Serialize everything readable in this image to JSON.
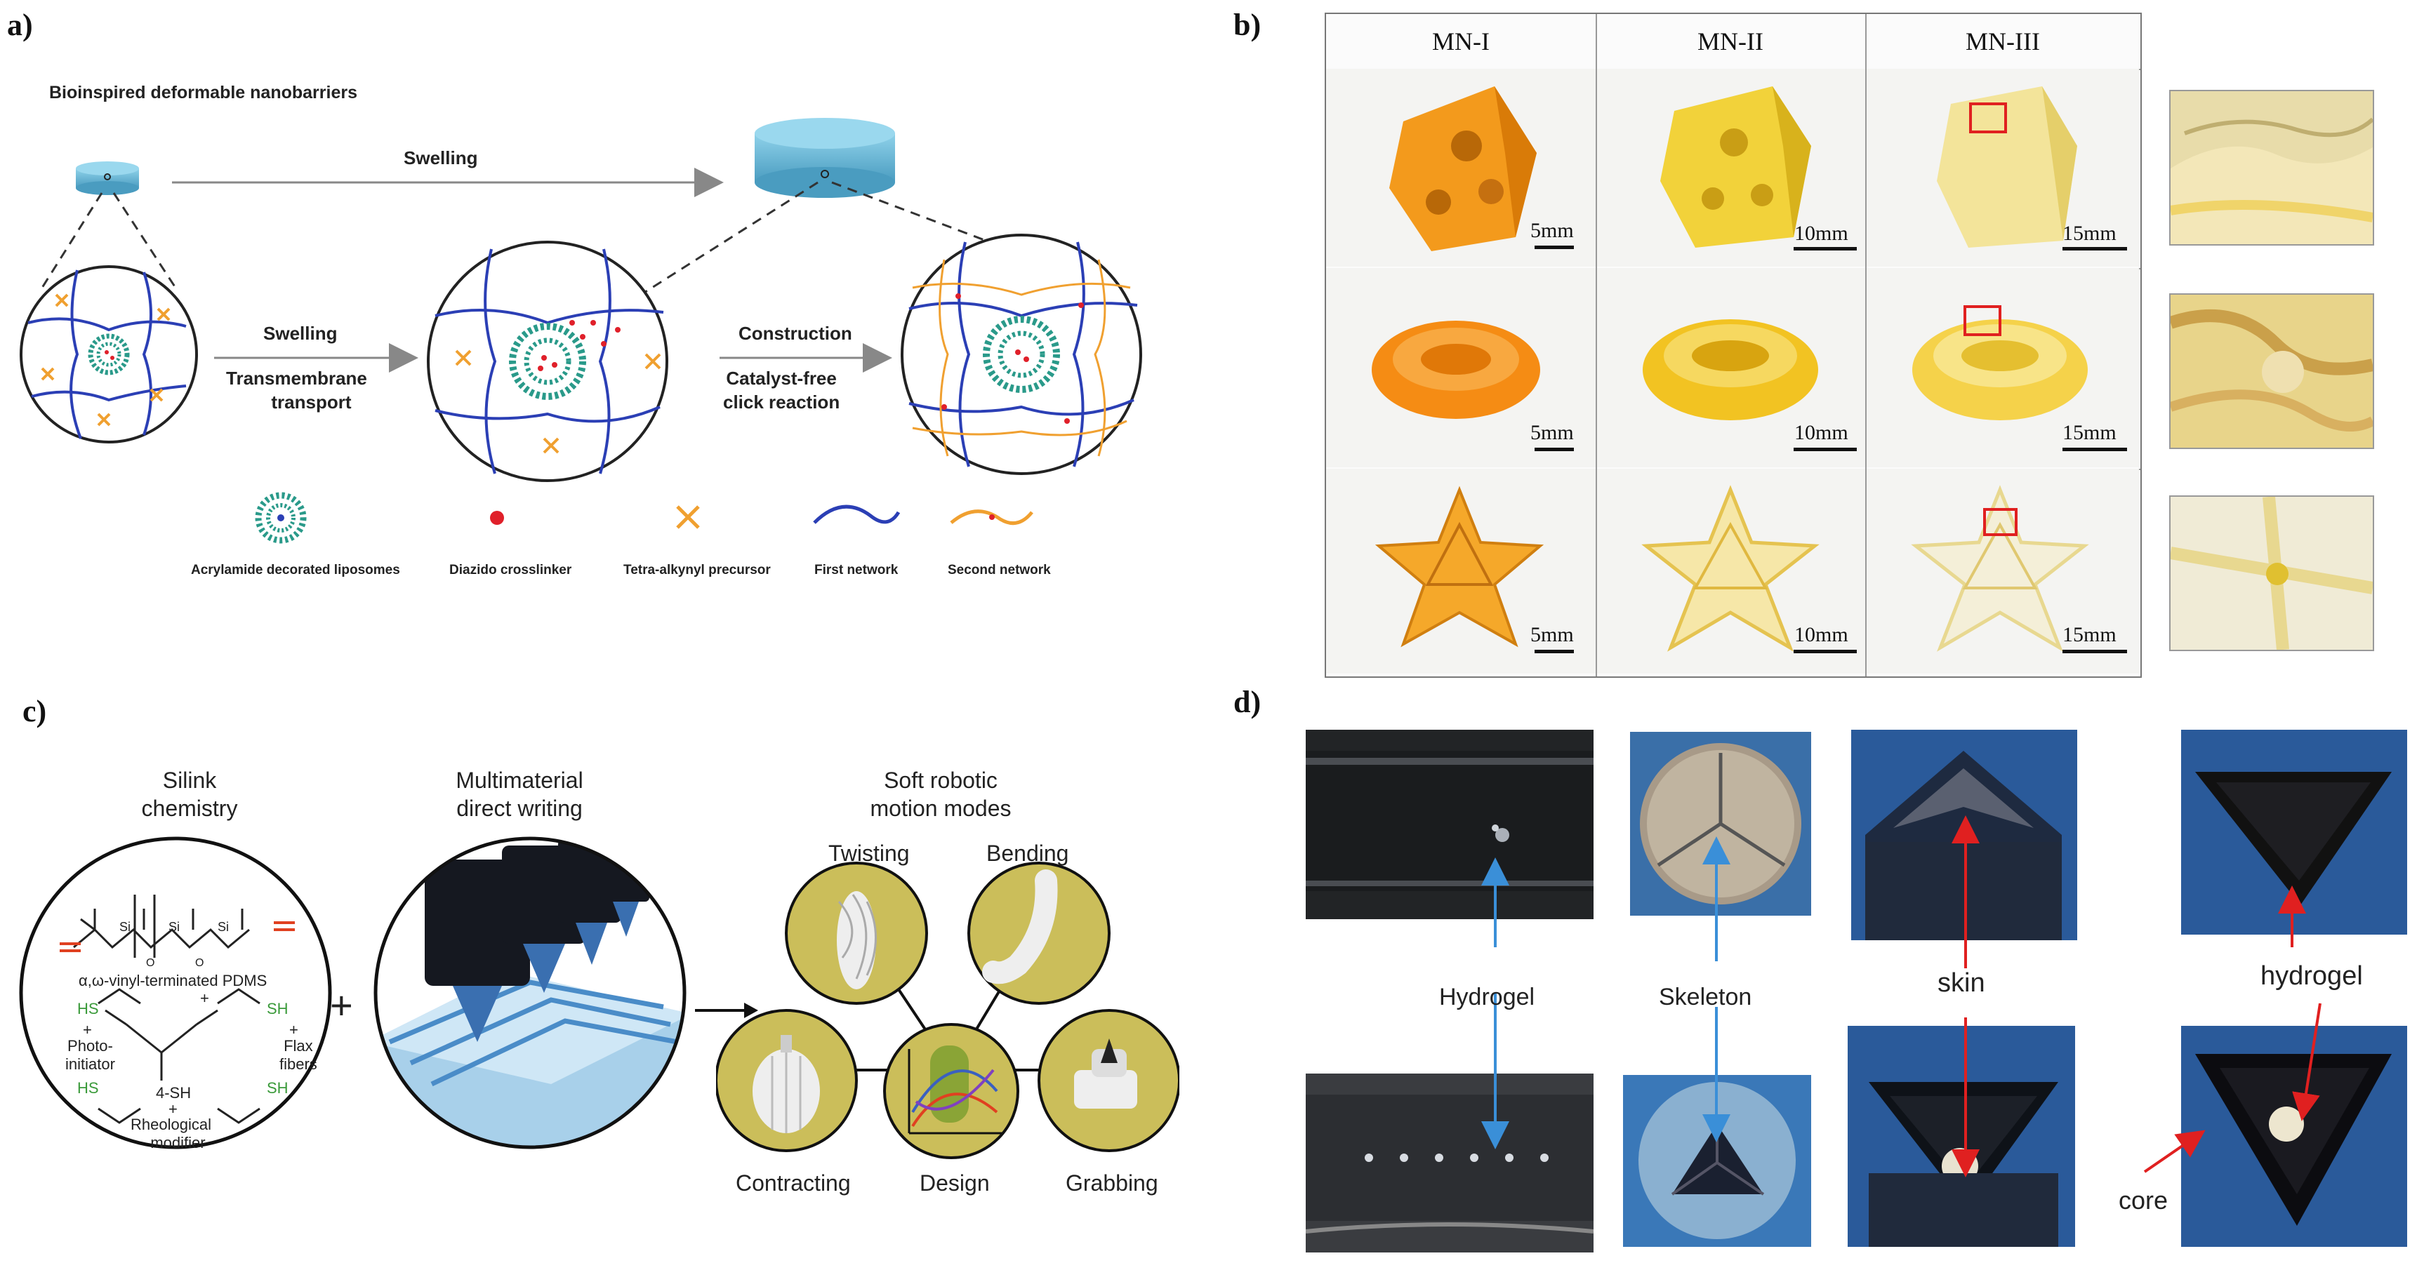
{
  "panels": {
    "a": {
      "letter": "a)",
      "title": "Bioinspired deformable nanobarriers",
      "swelling_top": "Swelling",
      "swelling_mid": "Swelling",
      "transport": "Transmembrane",
      "transport2": "transport",
      "construction": "Construction",
      "click1": "Catalyst-free",
      "click2": "click reaction",
      "legend": [
        {
          "label": "Acrylamide decorated liposomes",
          "icon": "liposome-icon"
        },
        {
          "label": "Diazido crosslinker",
          "icon": "red-dot-icon"
        },
        {
          "label": "Tetra-alkynyl precursor",
          "icon": "cross-icon"
        },
        {
          "label": "First network",
          "icon": "blue-wave-icon"
        },
        {
          "label": "Second network",
          "icon": "orange-wave-icon"
        }
      ]
    },
    "b": {
      "letter": "b)",
      "columns": [
        "MN-I",
        "MN-II",
        "MN-III"
      ],
      "scales": [
        [
          "5mm",
          "10mm",
          "15mm"
        ],
        [
          "5mm",
          "10mm",
          "15mm"
        ],
        [
          "5mm",
          "10mm",
          "15mm"
        ]
      ]
    },
    "c": {
      "letter": "c)",
      "col1_title1": "Silink",
      "col1_title2": "chemistry",
      "col2_title1": "Multimaterial",
      "col2_title2": "direct writing",
      "col3_title1": "Soft robotic",
      "col3_title2": "motion modes",
      "chem": {
        "pdms": "α,ω-vinyl-terminated PDMS",
        "plus": "+",
        "photo1": "Photo-",
        "photo2": "initiator",
        "flax1": "Flax",
        "flax2": "fibers",
        "sh4": "4-SH",
        "rheo1": "Rheological",
        "rheo2": "modifier",
        "hs": "HS",
        "sh": "SH",
        "si": "Si",
        "o": "O"
      },
      "plus_main": "+",
      "modes": {
        "twisting": "Twisting",
        "bending": "Bending",
        "contracting": "Contracting",
        "design": "Design",
        "grabbing": "Grabbing"
      }
    },
    "d": {
      "letter": "d)",
      "hydrogel": "Hydrogel",
      "skeleton": "Skeleton",
      "skin": "skin",
      "hydrogel2": "hydrogel",
      "core": "core"
    }
  },
  "colors": {
    "network_blue": "#2b3fb5",
    "network_orange": "#f0a030",
    "crosslinker_red": "#e0202a",
    "liposome_teal": "#2a9a8a",
    "bubble_fill": "#cbbe5a",
    "arrow_blue": "#3a8fd8",
    "arrow_red": "#e02020",
    "disk_blue": "#6ab8d8"
  }
}
